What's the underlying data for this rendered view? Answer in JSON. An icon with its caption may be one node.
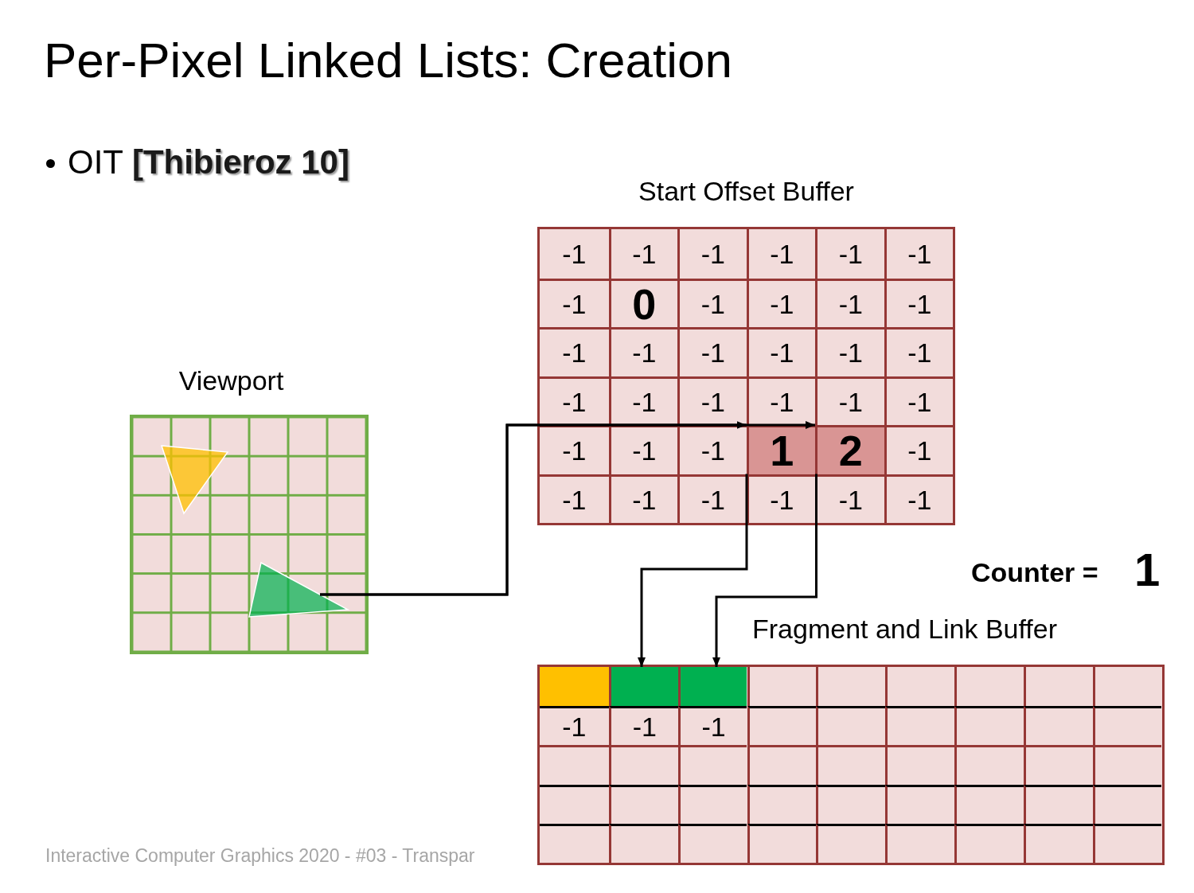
{
  "diagram": {
    "title": "Per-Pixel Linked Lists: Creation",
    "nodes": [
      {
        "text": [
          "Start Offset Buffer"
        ]
      },
      {
        "text": [
          "-1"
        ],
        "in": 0
      },
      {
        "text": [
          "-1"
        ],
        "in": 0
      },
      {
        "text": [
          "-1"
        ],
        "in": 0
      },
      {
        "text": [
          "-1"
        ],
        "in": 0
      },
      {
        "text": [
          "-1"
        ],
        "in": 0
      },
      {
        "text": [
          "-1"
        ],
        "in": 0
      },
      {
        "text": [
          "-1"
        ],
        "in": 0
      },
      {
        "text": [
          "0"
        ],
        "in": 0
      },
      {
        "text": [
          "-1"
        ],
        "in": 0
      },
      {
        "text": [
          "-1"
        ],
        "in": 0
      },
      {
        "text": [
          "-1"
        ],
        "in": 0
      },
      {
        "text": [
          "-1"
        ],
        "in": 0
      },
      {
        "text": [
          "-1"
        ],
        "in": 0
      },
      {
        "text": [
          "-1"
        ],
        "in": 0
      },
      {
        "text": [
          "-1"
        ],
        "in": 0
      },
      {
        "text": [
          "-1"
        ],
        "in": 0
      },
      {
        "text": [
          "-1"
        ],
        "in": 0
      },
      {
        "text": [
          "-1"
        ],
        "in": 0
      },
      {
        "text": [
          "-1"
        ],
        "in": 0
      },
      {
        "text": [
          "-1"
        ],
        "in": 0
      },
      {
        "text": [
          "-1"
        ],
        "in": 0
      },
      {
        "text": [
          "-1"
        ],
        "in": 0
      },
      {
        "text": [
          "-1"
        ],
        "in": 0
      },
      {
        "text": [
          "-1"
        ],
        "in": 0
      },
      {
        "text": [
          "-1"
        ],
        "in": 0
      },
      {
        "text": [
          "-1"
        ],
        "in": 0
      },
      {
        "text": [
          "-1"
        ],
        "in": 0
      },
      {
        "text": [
          "1"
        ],
        "in": 0
      },
      {
        "text": [
          "2"
        ],
        "in": 0
      },
      {
        "text": [
          "-1"
        ],
        "in": 0
      },
      {
        "text": [
          "-1"
        ],
        "in": 0
      },
      {
        "text": [
          "-1"
        ],
        "in": 0
      },
      {
        "text": [
          "-1"
        ],
        "in": 0
      },
      {
        "text": [
          "-1"
        ],
        "in": 0
      },
      {
        "text": [
          "-1"
        ],
        "in": 0
      },
      {
        "text": [
          "-1"
        ],
        "in": 0
      },
      {
        "text": [
          "Viewport"
        ]
      },
      {
        "text": [],
        "shape": "triangle",
        "in": 37
      },
      {
        "text": [],
        "shape": "triangle",
        "in": 37
      },
      {
        "text": [
          "Fragment and Link Buffer"
        ]
      },
      {
        "text": [],
        "shape": "box",
        "in": 40
      },
      {
        "text": [],
        "shape": "box",
        "in": 40
      },
      {
        "text": [],
        "shape": "box",
        "in": 40
      },
      {
        "text": [],
        "shape": "box",
        "in": 40
      },
      {
        "text": [],
        "shape": "box",
        "in": 40
      },
      {
        "text": [],
        "shape": "box",
        "in": 40
      },
      {
        "text": [],
        "shape": "box",
        "in": 40
      },
      {
        "text": [],
        "shape": "box",
        "in": 40
      },
      {
        "text": [],
        "shape": "box",
        "in": 40
      },
      {
        "text": [
          "-1"
        ],
        "in": 40
      },
      {
        "text": [
          "-1"
        ],
        "in": 40
      },
      {
        "text": [
          "-1"
        ],
        "in": 40
      },
      {
        "text": [],
        "shape": "box",
        "in": 40
      },
      {
        "text": [],
        "shape": "box",
        "in": 40
      },
      {
        "text": [],
        "shape": "box",
        "in": 40
      },
      {
        "text": [],
        "shape": "box",
        "in": 40
      },
      {
        "text": [],
        "shape": "box",
        "in": 40
      },
      {
        "text": [],
        "shape": "box",
        "in": 40
      },
      {
        "text": [],
        "shape": "box",
        "in": 40
      },
      {
        "text": [],
        "shape": "box",
        "in": 40
      },
      {
        "text": [],
        "shape": "box",
        "in": 40
      },
      {
        "text": [],
        "shape": "box",
        "in": 40
      },
      {
        "text": [],
        "shape": "box",
        "in": 40
      },
      {
        "text": [],
        "shape": "box",
        "in": 40
      },
      {
        "text": [],
        "shape": "box",
        "in": 40
      },
      {
        "text": [],
        "shape": "box",
        "in": 40
      },
      {
        "text": [],
        "shape": "box",
        "in": 40
      },
      {
        "text": [],
        "shape": "box",
        "in": 40
      },
      {
        "text": [],
        "shape": "box",
        "in": 40
      },
      {
        "text": [],
        "shape": "box",
        "in": 40
      },
      {
        "text": [],
        "shape": "box",
        "in": 40
      },
      {
        "text": [],
        "shape": "box",
        "in": 40
      },
      {
        "text": [],
        "shape": "box",
        "in": 40
      },
      {
        "text": [],
        "shape": "box",
        "in": 40
      },
      {
        "text": [],
        "shape": "box",
        "in": 40
      },
      {
        "text": [],
        "shape": "box",
        "in": 40
      },
      {
        "text": [],
        "shape": "box",
        "in": 40
      },
      {
        "text": [],
        "shape": "box",
        "in": 40
      },
      {
        "text": [],
        "shape": "box",
        "in": 40
      },
      {
        "text": [],
        "shape": "box",
        "in": 40
      },
      {
        "text": [],
        "shape": "box",
        "in": 40
      },
      {
        "text": [],
        "shape": "box",
        "in": 40
      },
      {
        "text": [],
        "shape": "box",
        "in": 40
      },
      {
        "text": [],
        "shape": "box",
        "in": 40
      },
      {
        "text": [],
        "shape": "box",
        "in": 40
      }
    ],
    "edges": [
      {
        "from": 39,
        "to": 28,
        "arrow": "to"
      },
      {
        "from": 39,
        "to": 29,
        "arrow": "to"
      },
      {
        "from": 28,
        "to": 42,
        "arrow": "to"
      },
      {
        "from": 29,
        "to": 43,
        "arrow": "to"
      }
    ],
    "labels": [
      "OIT **[Thibieroz 10]**",
      "Counter =",
      "1",
      "Interactive Computer Graphics 2020 - #03 - Transpar"
    ]
  }
}
